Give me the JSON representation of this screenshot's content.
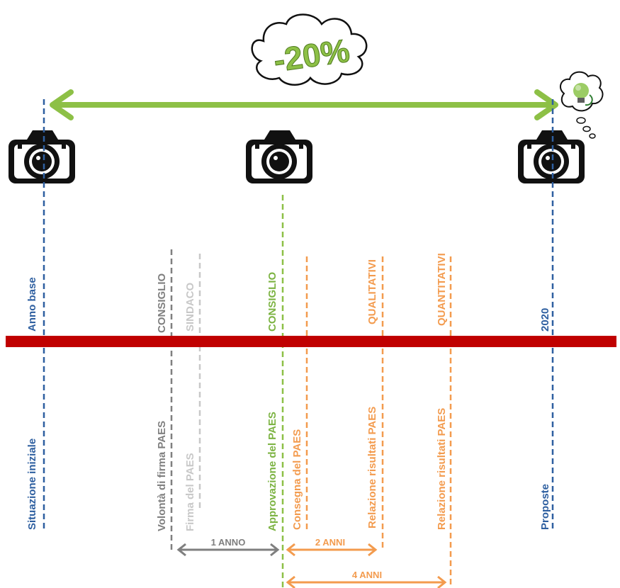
{
  "badge": {
    "text": "-20%"
  },
  "labels": {
    "base_top": "Anno base",
    "base_bottom": "Situazione iniziale",
    "consiglio_1": "CONSIGLIO",
    "volonta": "Volontà di firma PAES",
    "sindaco": "SINDACO",
    "firma": "Firma del PAES",
    "consiglio_2": "CONSIGLIO",
    "approvazione": "Approvazione del PAES",
    "consegna": "Consegna del PAES",
    "qualitativi": "QUALITATIVI",
    "relazione_1": "Relazione risultati PAES",
    "quantitativi": "QUANTITATIVI",
    "relazione_2": "Relazione risultati PAES",
    "year_2020": "2020",
    "proposte": "Proposte"
  },
  "spans": {
    "one_year": "1 ANNO",
    "two_years": "2 ANNI",
    "four_years": "4 ANNI"
  },
  "icons": [
    "camera-icon",
    "camera-icon",
    "camera-icon",
    "lightbulb-thought-icon"
  ],
  "colors": {
    "green": "#8dc046",
    "red": "#c00000",
    "blue": "#2e5fa0",
    "dark_gray": "#7f7f7f",
    "light_gray": "#c8c8c8",
    "green_text": "#7cb342",
    "orange": "#f39b4e"
  }
}
